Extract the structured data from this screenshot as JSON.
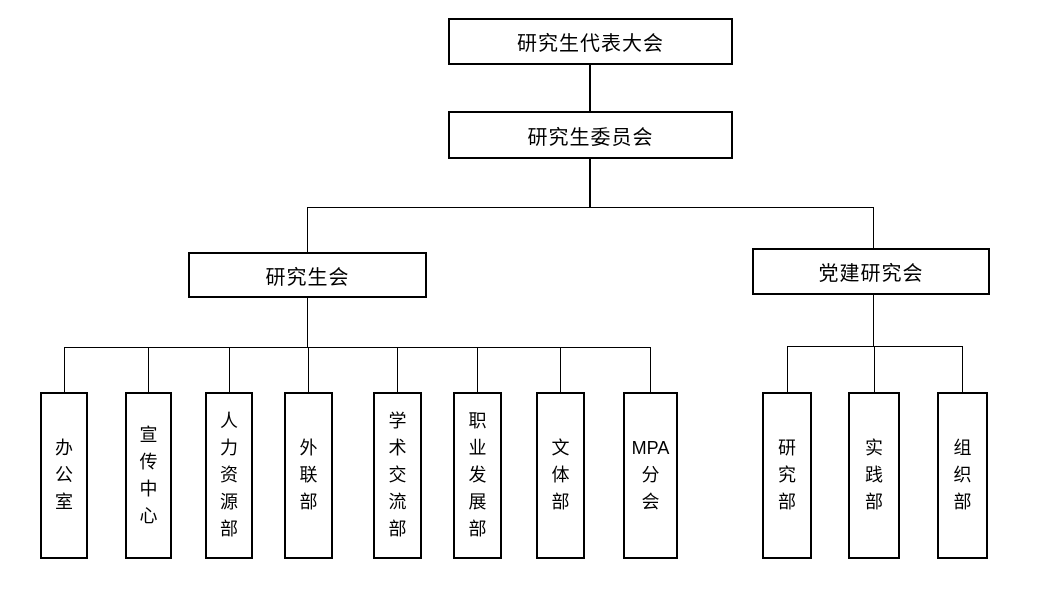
{
  "diagram": {
    "type": "org-chart",
    "colors": {
      "background": "#ffffff",
      "box_border": "#000000",
      "connector_line": "#000000",
      "text": "#000000"
    }
  },
  "org": {
    "congress": {
      "label": "研究生代表大会"
    },
    "committee": {
      "label": "研究生委员会"
    },
    "branches": [
      {
        "label": "研究生会",
        "children": [
          {
            "label": "办公室",
            "display": "办\n公\n室"
          },
          {
            "label": "宣传中心",
            "display": "宣\n传\n中\n心"
          },
          {
            "label": "人力资源部",
            "display": "人\n力\n资\n源\n部"
          },
          {
            "label": "外联部",
            "display": "外\n联\n部"
          },
          {
            "label": "学术交流部",
            "display": "学\n术\n交\n流\n部"
          },
          {
            "label": "职业发展部",
            "display": "职\n业\n发\n展\n部"
          },
          {
            "label": "文体部",
            "display": "文\n体\n部"
          },
          {
            "label": "MPA分会",
            "display": "MPA\n分\n会"
          }
        ]
      },
      {
        "label": "党建研究会",
        "children": [
          {
            "label": "研究部",
            "display": "研\n究\n部"
          },
          {
            "label": "实践部",
            "display": "实\n践\n部"
          },
          {
            "label": "组织部",
            "display": "组\n织\n部"
          }
        ]
      }
    ]
  }
}
